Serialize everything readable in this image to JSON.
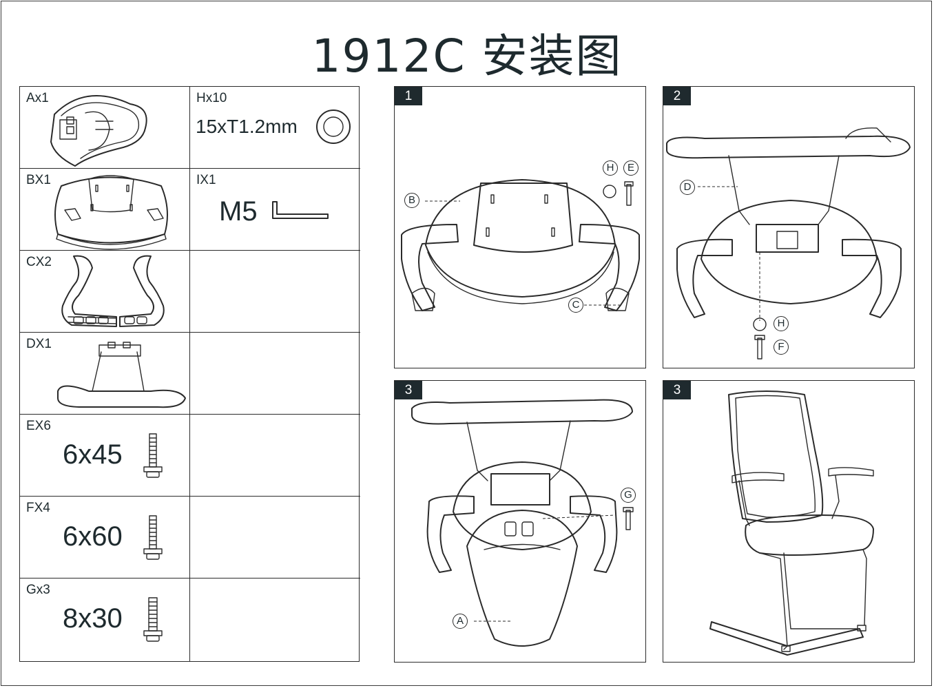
{
  "title": "1912C 安装图",
  "parts": [
    {
      "code": "Ax1",
      "spec": ""
    },
    {
      "code": "Hx10",
      "spec": "15xT1.2mm"
    },
    {
      "code": "BX1",
      "spec": ""
    },
    {
      "code": "IX1",
      "spec": "M5"
    },
    {
      "code": "CX2",
      "spec": ""
    },
    {
      "code": "DX1",
      "spec": ""
    },
    {
      "code": "EX6",
      "spec": "6x45"
    },
    {
      "code": "FX4",
      "spec": "6x60"
    },
    {
      "code": "Gx3",
      "spec": "8x30"
    }
  ],
  "steps": [
    {
      "number": "1",
      "callouts": [
        "B",
        "H",
        "E",
        "C"
      ]
    },
    {
      "number": "2",
      "callouts": [
        "D",
        "H",
        "F"
      ]
    },
    {
      "number": "3",
      "callouts": [
        "G",
        "A"
      ]
    },
    {
      "number": "3",
      "callouts": []
    }
  ]
}
